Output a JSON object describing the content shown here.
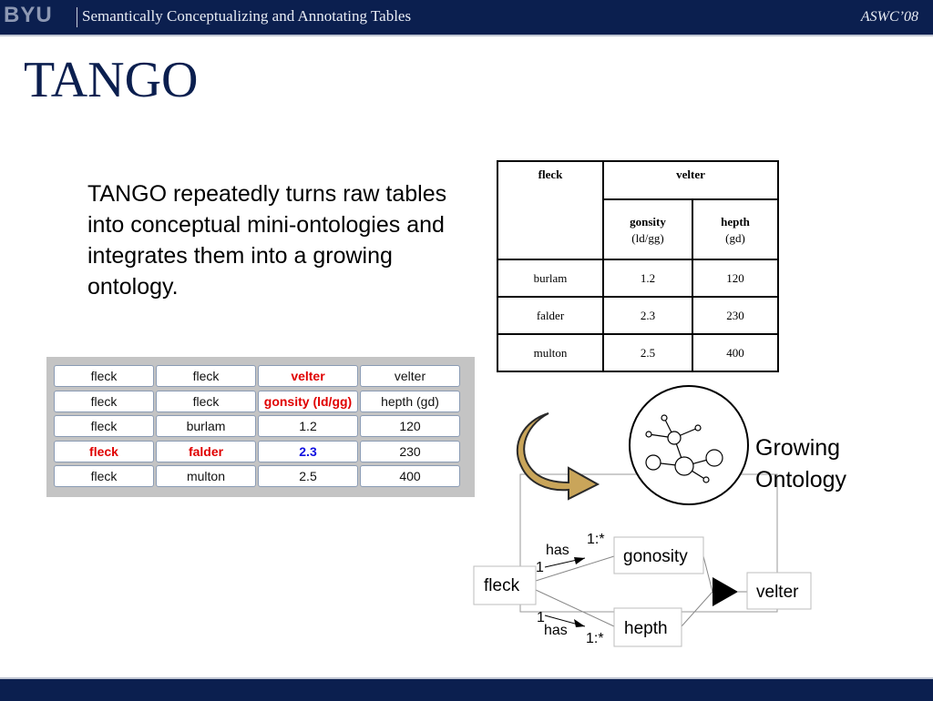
{
  "header": {
    "logo": "BYU",
    "title": "Semantically Conceptualizing and Annotating Tables",
    "conference": "ASWC’08"
  },
  "slide": {
    "title": "TANGO",
    "body": "TANGO repeatedly turns raw tables into conceptual mini-ontologies and integrates them into a growing ontology."
  },
  "source_table": {
    "rows": [
      [
        {
          "text": "fleck",
          "style": "normal"
        },
        {
          "text": "fleck",
          "style": "normal"
        },
        {
          "text": "velter",
          "style": "red"
        },
        {
          "text": "velter",
          "style": "normal"
        }
      ],
      [
        {
          "text": "fleck",
          "style": "normal"
        },
        {
          "text": "fleck",
          "style": "normal"
        },
        {
          "text": "gonsity (ld/gg)",
          "style": "red"
        },
        {
          "text": "hepth (gd)",
          "style": "normal"
        }
      ],
      [
        {
          "text": "fleck",
          "style": "normal"
        },
        {
          "text": "burlam",
          "style": "normal"
        },
        {
          "text": "1.2",
          "style": "normal"
        },
        {
          "text": "120",
          "style": "normal"
        }
      ],
      [
        {
          "text": "fleck",
          "style": "red"
        },
        {
          "text": "falder",
          "style": "red"
        },
        {
          "text": "2.3",
          "style": "blue"
        },
        {
          "text": "230",
          "style": "normal"
        }
      ],
      [
        {
          "text": "fleck",
          "style": "normal"
        },
        {
          "text": "multon",
          "style": "normal"
        },
        {
          "text": "2.5",
          "style": "normal"
        },
        {
          "text": "400",
          "style": "normal"
        }
      ]
    ]
  },
  "nested_table": {
    "header_left": "fleck",
    "header_group": "velter",
    "sub_headers": [
      {
        "name": "gonsity",
        "unit": "(ld/gg)"
      },
      {
        "name": "hepth",
        "unit": "(gd)"
      }
    ],
    "rows": [
      [
        "burlam",
        "1.2",
        "120"
      ],
      [
        "falder",
        "2.3",
        "230"
      ],
      [
        "multon",
        "2.5",
        "400"
      ]
    ]
  },
  "diagram": {
    "growing_ontology_label_1": "Growing",
    "growing_ontology_label_2": "Ontology",
    "nodes": {
      "fleck": "fleck",
      "gonosity": "gonosity",
      "hepth": "hepth",
      "velter": "velter"
    },
    "edges": {
      "top_rel": "has",
      "top_min": "1",
      "top_max": "1:*",
      "bottom_rel": "has",
      "bottom_min": "1",
      "bottom_max": "1:*"
    },
    "colors": {
      "arrow_fill": "#c9a55a",
      "arrow_stroke": "#2a2a2a"
    }
  }
}
